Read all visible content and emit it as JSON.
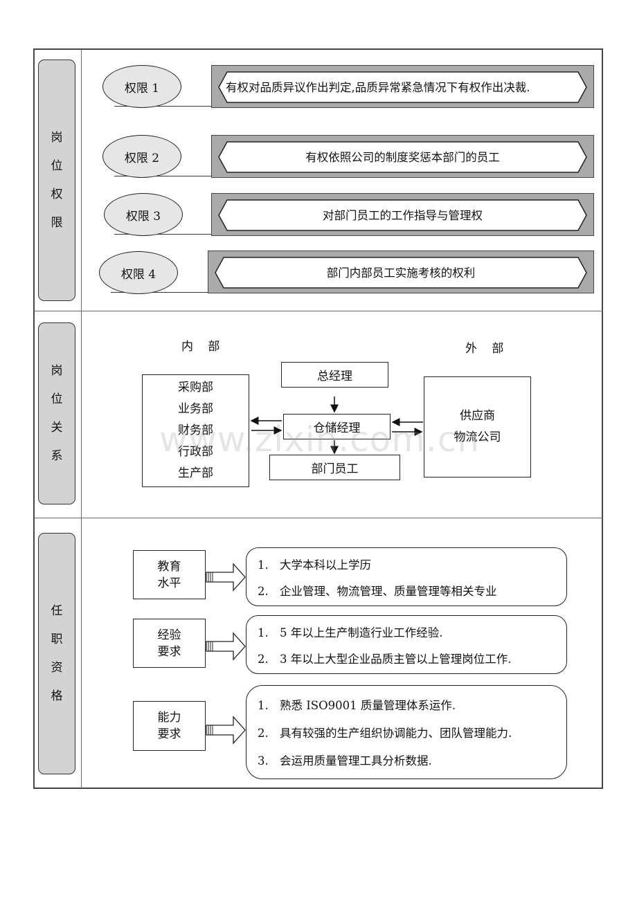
{
  "sections": {
    "authority": {
      "label": [
        "岗",
        "位",
        "权",
        "限"
      ]
    },
    "relations": {
      "label": [
        "岗",
        "位",
        "关",
        "系"
      ]
    },
    "qualifications": {
      "label": [
        "任",
        "职",
        "资",
        "格"
      ]
    }
  },
  "authority_items": [
    {
      "tag": "权限 1",
      "text": "有权对品质异议作出判定,品质异常紧急情况下有权作出决裁."
    },
    {
      "tag": "权限 2",
      "text": "有权依照公司的制度奖惩本部门的员工"
    },
    {
      "tag": "权限 3",
      "text": "对部门员工的工作指导与管理权"
    },
    {
      "tag": "权限 4",
      "text": "部门内部员工实施考核的权利"
    }
  ],
  "relations": {
    "internal_label": "内 部",
    "external_label": "外 部",
    "internal_depts": [
      "采购部",
      "业务部",
      "财务部",
      "行政部",
      "生产部"
    ],
    "gm": "总经理",
    "manager": "仓储经理",
    "staff": "部门员工",
    "external_parties": [
      "供应商",
      "物流公司"
    ]
  },
  "qualifications": [
    {
      "label": [
        "教育",
        "水平"
      ],
      "items": [
        {
          "n": "1.",
          "t": "大学本科以上学历"
        },
        {
          "n": "2.",
          "t": "企业管理、物流管理、质量管理等相关专业"
        }
      ]
    },
    {
      "label": [
        "经验",
        "要求"
      ],
      "items": [
        {
          "n": "1.",
          "t": "5 年以上生产制造行业工作经验."
        },
        {
          "n": "2.",
          "t": "3 年以上大型企业品质主管以上管理岗位工作."
        }
      ]
    },
    {
      "label": [
        "能力",
        "要求"
      ],
      "items": [
        {
          "n": "1.",
          "t": "熟悉 ISO9001 质量管理体系运作."
        },
        {
          "n": "2.",
          "t": "具有较强的生产组织协调能力、团队管理能力."
        },
        {
          "n": "3.",
          "t": "会运用质量管理工具分析数据."
        }
      ]
    }
  ],
  "watermark": "www.zixin.com.cn"
}
